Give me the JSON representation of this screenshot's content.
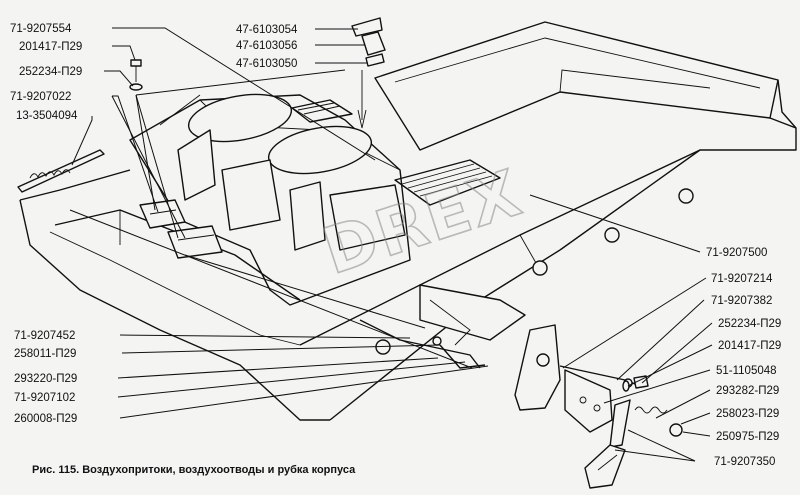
{
  "caption": "Рис. 115. Воздухопритоки, воздухоотводы и рубка корпуса",
  "watermark": "DREX",
  "labels_left": [
    "71-9207554",
    "201417-П29",
    "252234-П29",
    "71-9207022",
    "13-3504094",
    "71-9207452",
    "258011-П29",
    "293220-П29",
    "71-9207102",
    "260008-П29"
  ],
  "labels_top": [
    "47-6103054",
    "47-6103056",
    "47-6103050"
  ],
  "labels_right": [
    "71-9207500",
    "71-9207214",
    "71-9207382",
    "252234-П29",
    "201417-П29",
    "51-1105048",
    "293282-П29",
    "258023-П29",
    "250975-П29",
    "71-9207350"
  ]
}
